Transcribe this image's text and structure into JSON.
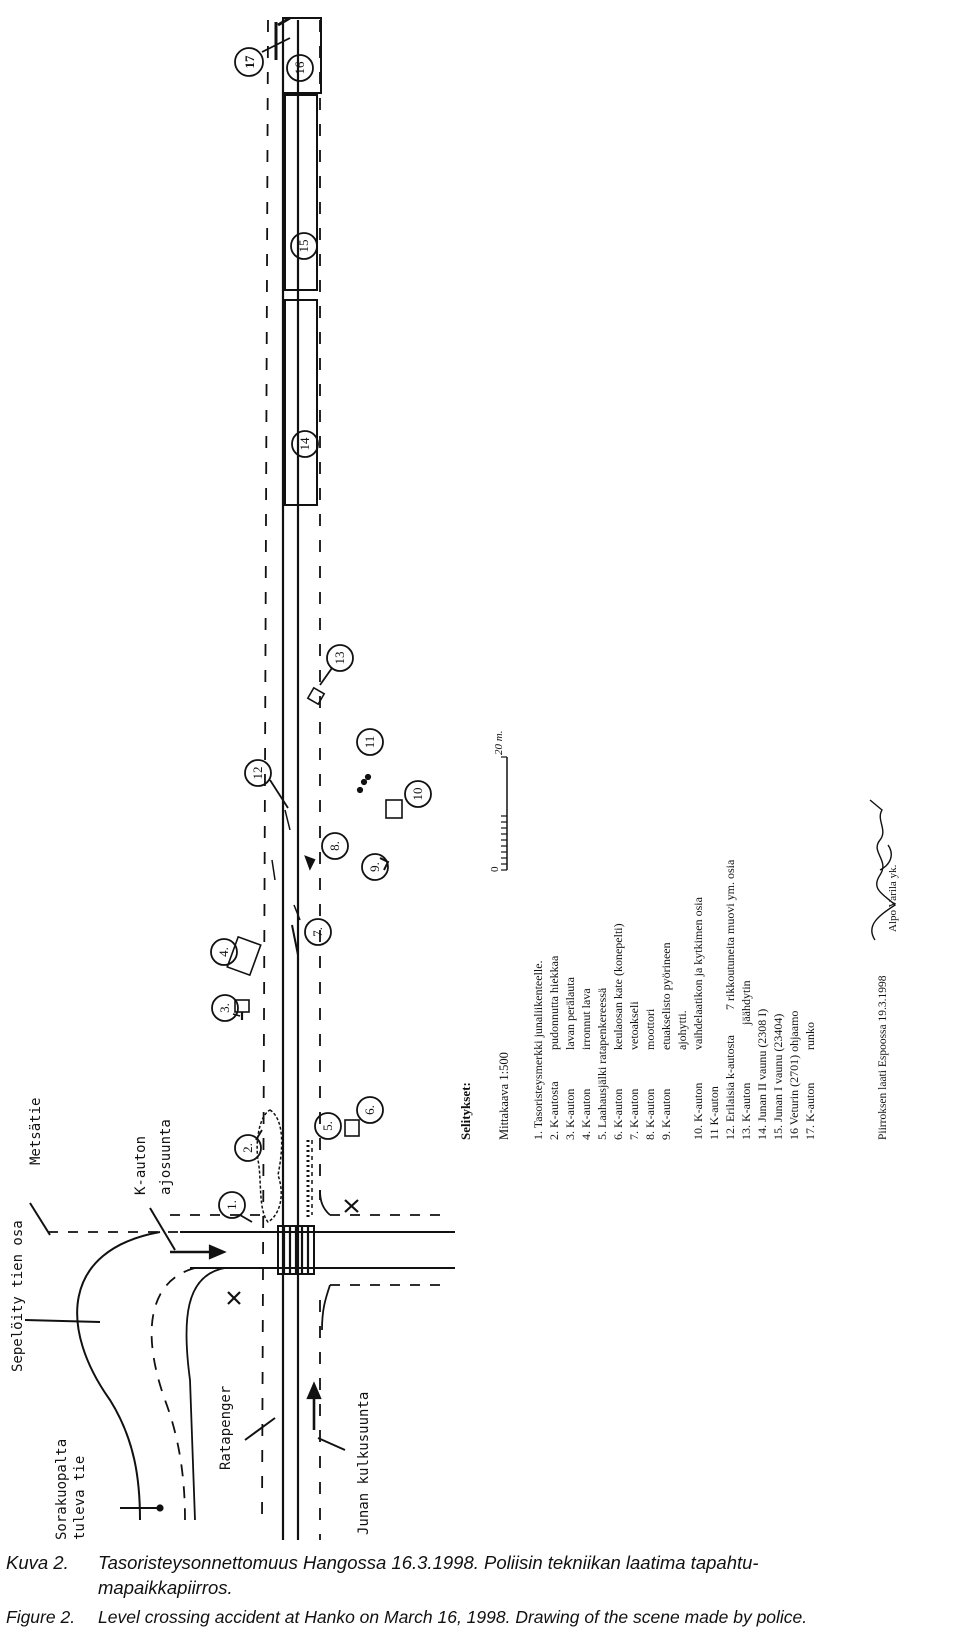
{
  "diagram": {
    "road_labels": {
      "metsatie": "Metsätie",
      "sepeloity": "Sepelöity tien osa",
      "kauton": "K-auton",
      "ajosuunta": "ajosuunta",
      "ratapenger": "Ratapenger",
      "junan": "Junan kulkusuunta",
      "sorakuopalta": "Sorakuopalta",
      "tuleva_tie": "tuleva tie"
    },
    "markers": [
      "1.",
      "2.",
      "3.",
      "4.",
      "5.",
      "6.",
      "7.",
      "8.",
      "9.",
      "10",
      "11",
      "12",
      "13",
      "14",
      "15",
      "16",
      "17"
    ]
  },
  "legend": {
    "title": "Selitykset:",
    "scale": "Mittakaava 1:500",
    "scale_zero": "0",
    "scale_end": "20 m.",
    "items": [
      {
        "a": "1. Tasoristeysmerkki junaliikenteelle.",
        "b": ""
      },
      {
        "a": "2. K-autosta",
        "b": "pudonnutta hiekkaa"
      },
      {
        "a": "3. K-auton",
        "b": "lavan perälauta"
      },
      {
        "a": "4. K-auton",
        "b": "irronnut lava"
      },
      {
        "a": "5. Laahausjälki ratapenkereessä",
        "b": ""
      },
      {
        "a": "6. K-auton",
        "b": "keulaosan kate (konepelti)"
      },
      {
        "a": "7. K-auton",
        "b": "vetoakseli"
      },
      {
        "a": "8. K-auton",
        "b": "moottori"
      },
      {
        "a": "9. K-auton",
        "b": "etuakselisto pyörineen"
      },
      {
        "a": "",
        "b": "ajohytti."
      },
      {
        "a": "10. K-auton",
        "b": "vaihdelaatikon ja kytkimen osia"
      },
      {
        "a": "11 K-auton",
        "b": ""
      },
      {
        "a": "12. Erilaisia k-autosta",
        "b": "7 rikkoutuneita muovi ym. osia"
      },
      {
        "a": "13. K-auton",
        "b": "jäähdytin"
      },
      {
        "a": "14. Junan II vaunu (2308 I)",
        "b": ""
      },
      {
        "a": "15. Junan I vaunu (23404)",
        "b": ""
      },
      {
        "a": "16 Veturin (2701) ohjaamo",
        "b": ""
      },
      {
        "a": "17. K-auton",
        "b": "runko"
      }
    ],
    "drawn_by": "Piirroksen laati Espoossa 19.3.1998",
    "signer": "Alpo Varila yk."
  },
  "caption": {
    "fi_label": "Kuva 2.",
    "fi_text_1": "Tasoristeysonnettomuus Hangossa 16.3.1998. Poliisin tekniikan laatima tapahtu-",
    "fi_text_2": "mapaikkapiirros.",
    "en_label": "Figure 2.",
    "en_text": "Level crossing accident at Hanko on March 16, 1998. Drawing of the scene made by police."
  }
}
